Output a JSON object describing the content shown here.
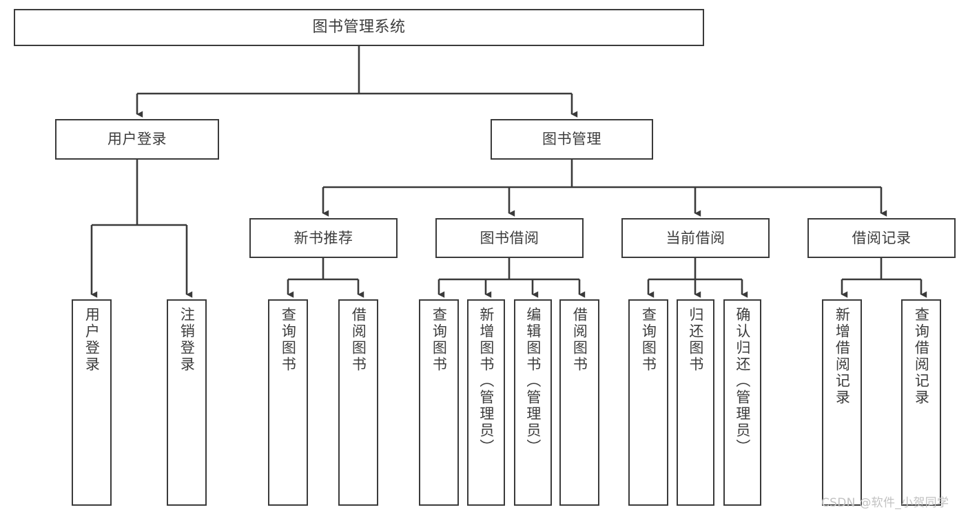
{
  "diagram": {
    "type": "tree",
    "title": "图书管理系统",
    "stroke_color": "#3a3a3a",
    "text_color": "#3c3c3c",
    "background": "#ffffff",
    "nodes": {
      "root": {
        "label": "图书管理系统"
      },
      "level1": [
        {
          "id": "user-login",
          "label": "用户登录"
        },
        {
          "id": "book-manage",
          "label": "图书管理"
        }
      ],
      "level2": [
        {
          "id": "new-book-rec",
          "label": "新书推荐"
        },
        {
          "id": "book-borrow",
          "label": "图书借阅"
        },
        {
          "id": "current-borrow",
          "label": "当前借阅"
        },
        {
          "id": "borrow-record",
          "label": "借阅记录"
        }
      ],
      "leaves": [
        {
          "id": "leaf-user-login",
          "parent": "user-login",
          "label": "用户登录"
        },
        {
          "id": "leaf-logout",
          "parent": "user-login",
          "label": "注销登录"
        },
        {
          "id": "leaf-query-book-1",
          "parent": "new-book-rec",
          "label": "查询图书"
        },
        {
          "id": "leaf-borrow-book-1",
          "parent": "new-book-rec",
          "label": "借阅图书"
        },
        {
          "id": "leaf-query-book-2",
          "parent": "book-borrow",
          "label": "查询图书"
        },
        {
          "id": "leaf-add-book",
          "parent": "book-borrow",
          "label": "新增图书（管理员）"
        },
        {
          "id": "leaf-edit-book",
          "parent": "book-borrow",
          "label": "编辑图书（管理员）"
        },
        {
          "id": "leaf-borrow-book-2",
          "parent": "book-borrow",
          "label": "借阅图书"
        },
        {
          "id": "leaf-query-book-3",
          "parent": "current-borrow",
          "label": "查询图书"
        },
        {
          "id": "leaf-return-book",
          "parent": "current-borrow",
          "label": "归还图书"
        },
        {
          "id": "leaf-confirm-return",
          "parent": "current-borrow",
          "label": "确认归还（管理员）"
        },
        {
          "id": "leaf-add-record",
          "parent": "borrow-record",
          "label": "新增借阅记录"
        },
        {
          "id": "leaf-query-record",
          "parent": "borrow-record",
          "label": "查询借阅记录"
        }
      ]
    }
  },
  "watermark": {
    "text": "CSDN @软件_小贺同学",
    "color": "#c2c2c2"
  }
}
